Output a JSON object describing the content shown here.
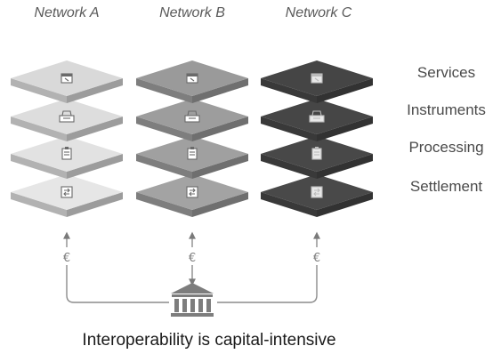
{
  "networks": [
    {
      "name": "Network A",
      "color": "#d9d9d9"
    },
    {
      "name": "Network B",
      "color": "#9a9a9a"
    },
    {
      "name": "Network C",
      "color": "#454545"
    }
  ],
  "layers": [
    {
      "label": "Services",
      "icon": "browser-window-icon"
    },
    {
      "label": "Instruments",
      "icon": "cash-register-icon"
    },
    {
      "label": "Processing",
      "icon": "clipboard-icon"
    },
    {
      "label": "Settlement",
      "icon": "exchange-icon"
    }
  ],
  "currency_symbol": "€",
  "central_icon": "bank-building-icon",
  "caption": "Interoperability is capital-intensive"
}
